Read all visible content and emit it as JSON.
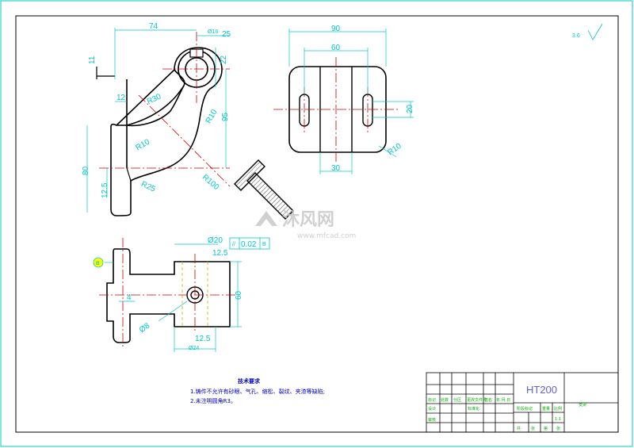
{
  "colors": {
    "frame": "#00c8c8",
    "outline": "#000000",
    "dimension": "#00c8c8",
    "centerline": "#d00000",
    "hidden": "#c8b400",
    "titleblock_text": "#00b000",
    "note_text": "#0000c8",
    "material_text": "#6060d8",
    "watermark": "#c8c8c8"
  },
  "front_view": {
    "dim_74": "74",
    "dim_phi16": "Ø16",
    "dim_25": "25",
    "dim_11": "11",
    "dim_22": "22",
    "dim_12": "12",
    "dim_r30": "R30",
    "dim_r10_a": "R10",
    "dim_95": "95",
    "dim_r10_b": "R10",
    "dim_80": "80",
    "dim_12_5": "12.5",
    "dim_r25": "R25",
    "dim_r100": "R100"
  },
  "side_view": {
    "dim_90": "90",
    "dim_60": "60",
    "dim_20": "20",
    "dim_30": "30",
    "dim_r10": "R10"
  },
  "bottom_view": {
    "datum_b": "B",
    "tol_symbol": "//",
    "tol_value": "0.02",
    "tol_datum": "B",
    "dim_phi20": "Ø20",
    "dim_12_5_top": "12.5",
    "dim_60": "60",
    "dim_4": "4",
    "dim_phi8": "Ø8",
    "dim_12_5_bot": "12.5",
    "dim_phi24": "Ø24"
  },
  "roughness": {
    "label": "3.6"
  },
  "notes": {
    "title": "技术要求",
    "line1": "1.铸件不允许有砂眼、气孔、缩松、裂纹、夹渣等缺陷;",
    "line2": "2.未注明圆角R3。"
  },
  "title_block": {
    "material": "HT200",
    "part_name": "支架",
    "scale": "1:1",
    "row_labels": [
      "标记",
      "处数",
      "分区",
      "更改文件号",
      "签名",
      "年.月.日"
    ],
    "design_label": "设计",
    "standard_label": "标准化",
    "stage_label": "阶段标记",
    "weight_label": "重量",
    "scale_label": "比例",
    "review_label": "审核",
    "sheet_labels": [
      "共",
      "张",
      "第",
      "张"
    ]
  },
  "watermark": {
    "text": "沐风网",
    "url": "www.mfcad.com"
  }
}
